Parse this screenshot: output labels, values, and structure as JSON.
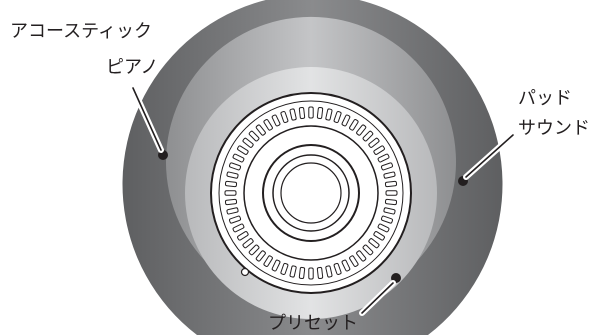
{
  "labels": {
    "acoustic_piano_line1": "アコースティック",
    "acoustic_piano_line2": "ピアノ",
    "pad_sound_line1": "パッド",
    "pad_sound_line2": "サウンド",
    "preset": "プリセット"
  },
  "colors": {
    "outer_ring": "#6f6f71",
    "middle_ring": "#9b9c9e",
    "inner_ring": "#c7c8ca",
    "dial_face": "#ffffff",
    "outline": "#231f20"
  }
}
